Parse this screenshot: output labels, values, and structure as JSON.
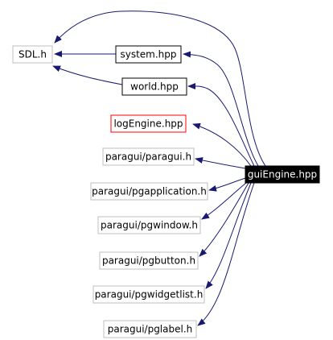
{
  "diagram": {
    "nodes": [
      {
        "id": "sdl",
        "label": "SDL.h",
        "style": "grey"
      },
      {
        "id": "system",
        "label": "system.hpp",
        "style": "black"
      },
      {
        "id": "world",
        "label": "world.hpp",
        "style": "black"
      },
      {
        "id": "logengine",
        "label": "logEngine.hpp",
        "style": "red"
      },
      {
        "id": "paragui",
        "label": "paragui/paragui.h",
        "style": "grey"
      },
      {
        "id": "pgapp",
        "label": "paragui/pgapplication.h",
        "style": "grey"
      },
      {
        "id": "pgwindow",
        "label": "paragui/pgwindow.h",
        "style": "grey"
      },
      {
        "id": "pgbutton",
        "label": "paragui/pgbutton.h",
        "style": "grey"
      },
      {
        "id": "pgwidgetlist",
        "label": "paragui/pgwidgetlist.h",
        "style": "grey"
      },
      {
        "id": "pglabel",
        "label": "paragui/pglabel.h",
        "style": "grey"
      },
      {
        "id": "guiengine",
        "label": "guiEngine.hpp",
        "style": "filled"
      }
    ],
    "edges": [
      {
        "from": "guiengine",
        "to": "sdl"
      },
      {
        "from": "guiengine",
        "to": "system"
      },
      {
        "from": "guiengine",
        "to": "world"
      },
      {
        "from": "guiengine",
        "to": "logengine"
      },
      {
        "from": "guiengine",
        "to": "paragui"
      },
      {
        "from": "guiengine",
        "to": "pgapp"
      },
      {
        "from": "guiengine",
        "to": "pgwindow"
      },
      {
        "from": "guiengine",
        "to": "pgbutton"
      },
      {
        "from": "guiengine",
        "to": "pgwidgetlist"
      },
      {
        "from": "guiengine",
        "to": "pglabel"
      },
      {
        "from": "system",
        "to": "sdl"
      },
      {
        "from": "world",
        "to": "sdl"
      }
    ],
    "colors": {
      "edge": "#191970",
      "grey_border": "#bfbfbf",
      "red_border": "#ff0000",
      "black_border": "#000000",
      "filled_bg": "#000000",
      "filled_text": "#ffffff"
    }
  }
}
